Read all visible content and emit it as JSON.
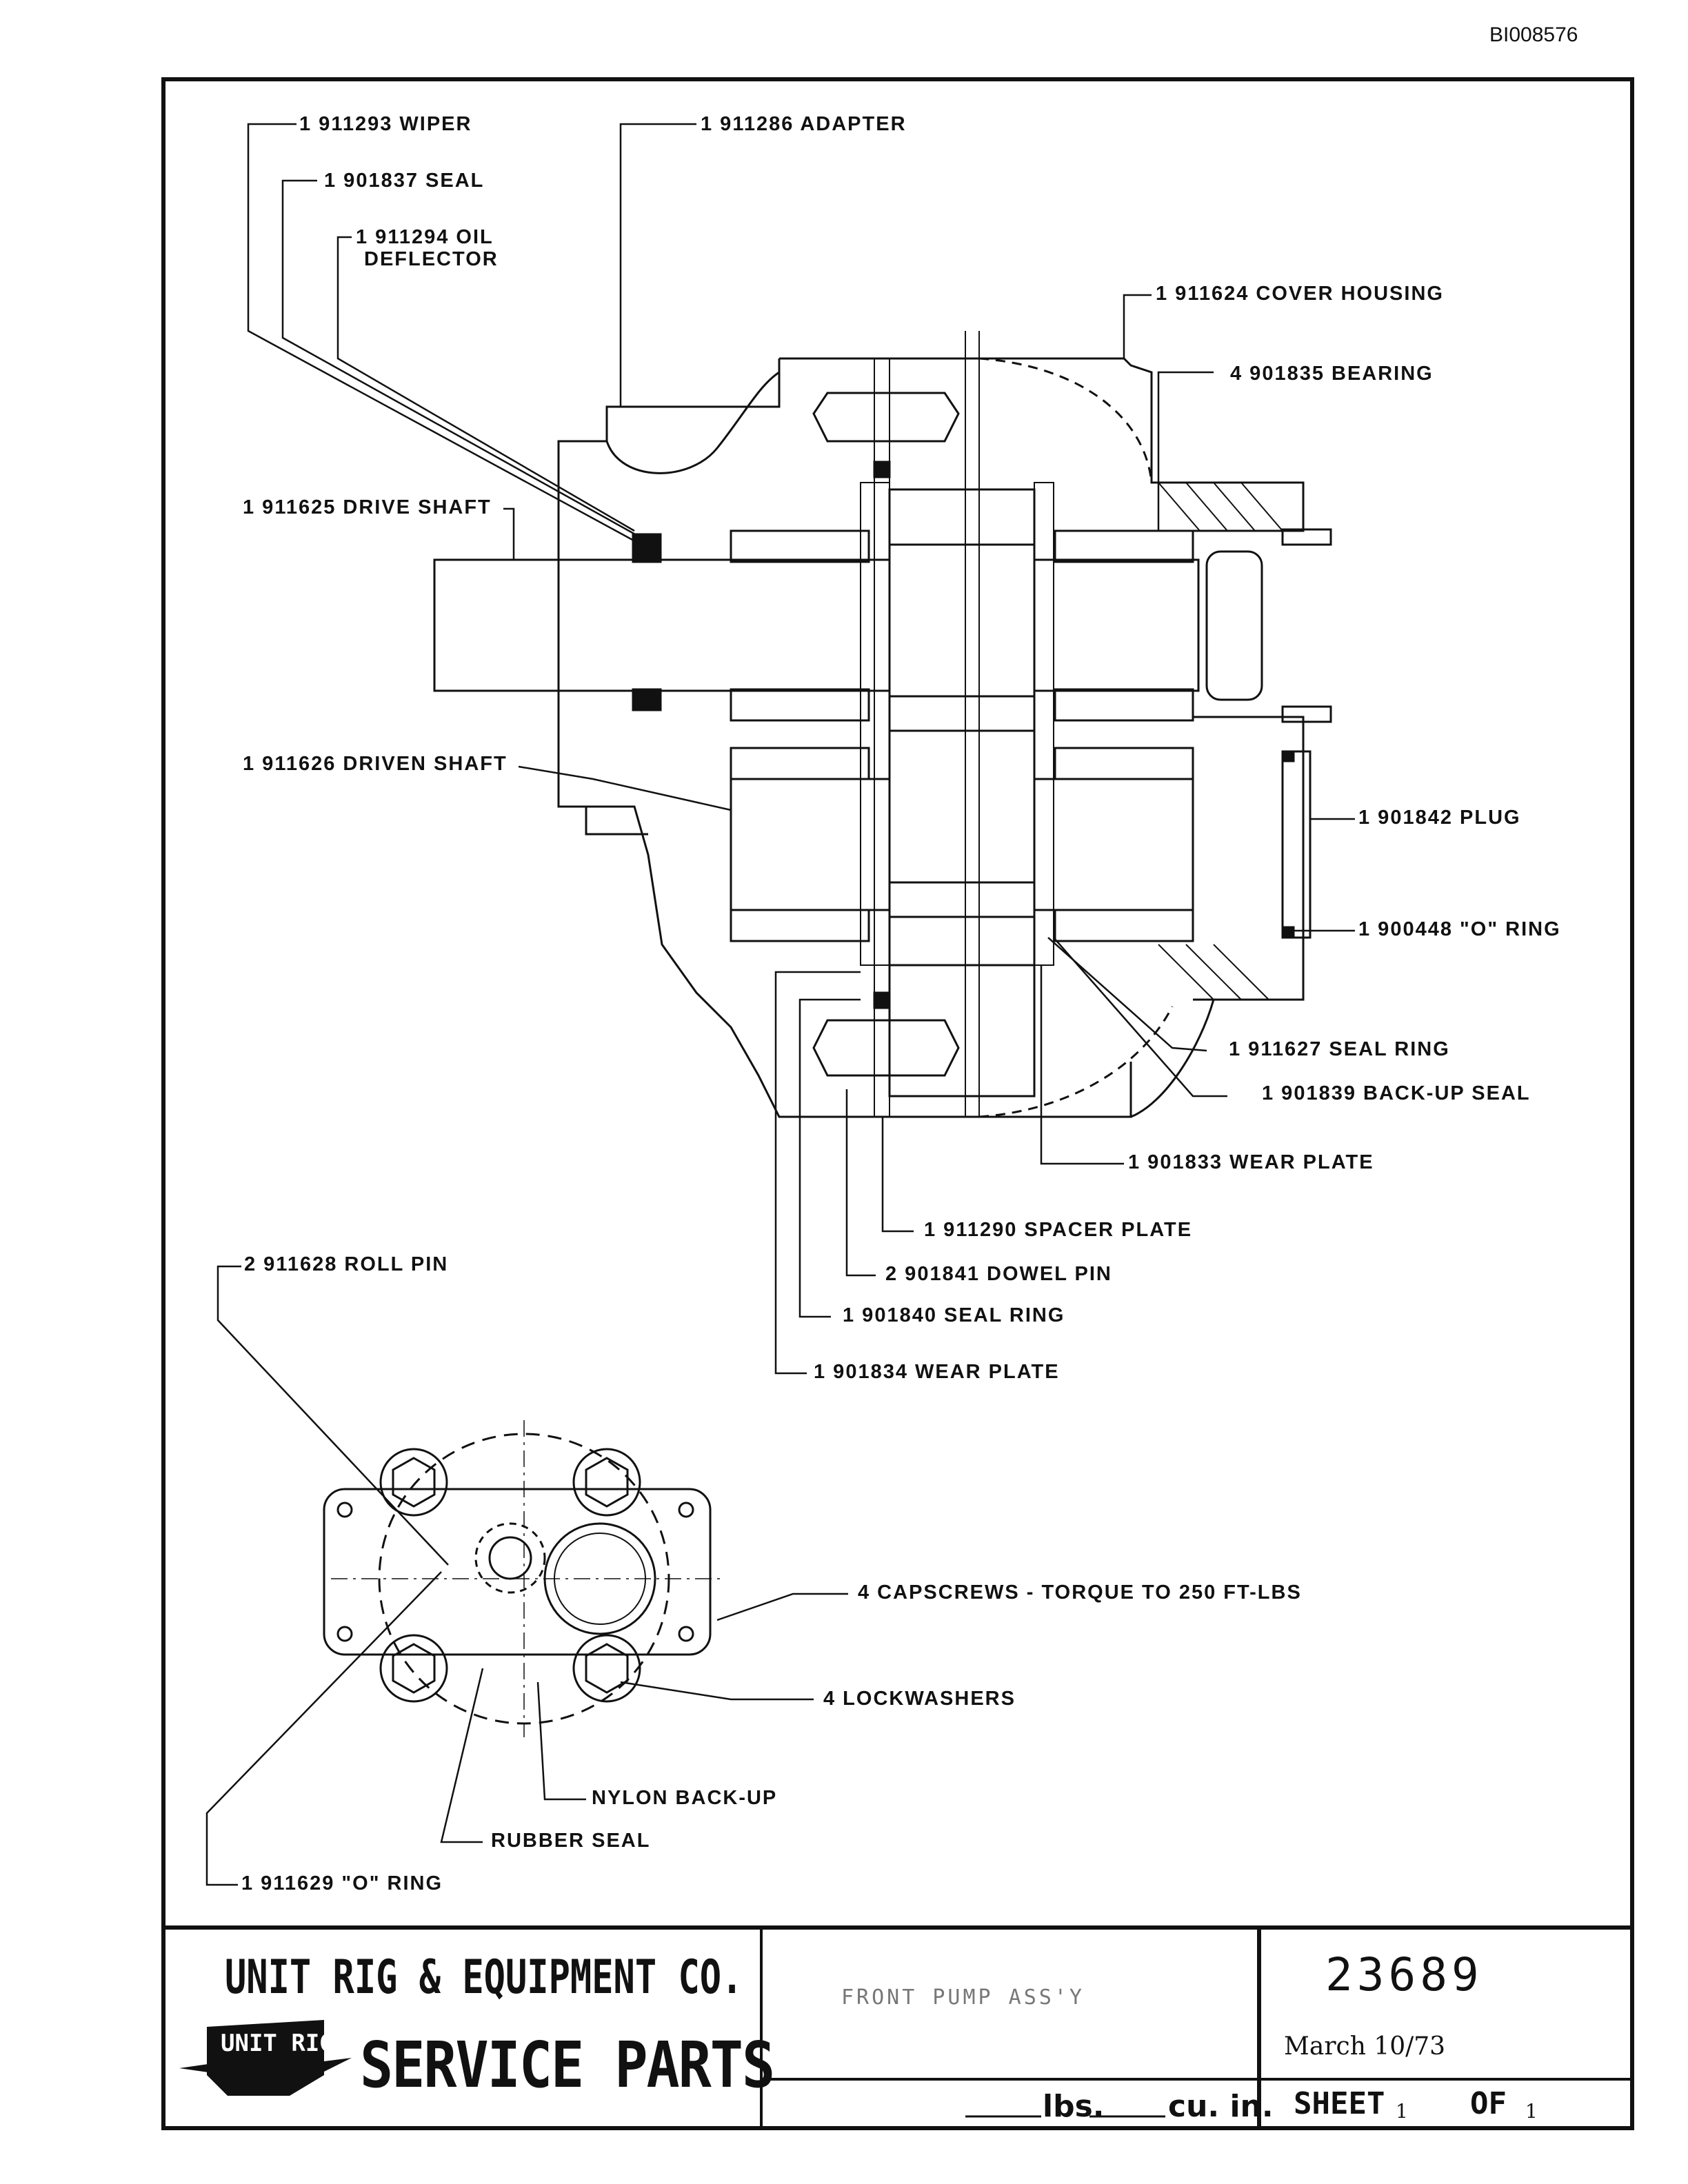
{
  "document_id": "BI008576",
  "parts": {
    "wiper": "1  911293 WIPER",
    "adapter": "1  911286 ADAPTER",
    "seal_901837": "1  901837 SEAL",
    "oil_deflector_1": "1  911294 OIL",
    "oil_deflector_2": "DEFLECTOR",
    "cover_housing": "1  911624 COVER HOUSING",
    "bearing": "4  901835 BEARING",
    "drive_shaft": "1  911625 DRIVE SHAFT",
    "driven_shaft": "1  911626 DRIVEN SHAFT",
    "plug": "1  901842 PLUG",
    "o_ring_900448": "1  900448 \"O\" RING",
    "seal_ring_911627": "1  911627 SEAL RING",
    "backup_seal": "1  901839 BACK-UP SEAL",
    "wear_plate_901833": "1  901833 WEAR PLATE",
    "spacer_plate": "1  911290 SPACER PLATE",
    "dowel_pin": "2  901841 DOWEL PIN",
    "seal_ring_901840": "1  901840 SEAL RING",
    "wear_plate_901834": "1  901834 WEAR PLATE",
    "roll_pin": "2  911628 ROLL PIN",
    "capscrews": "4  CAPSCREWS - TORQUE TO 250 FT-LBS",
    "lockwashers": "4  LOCKWASHERS",
    "nylon_backup": "NYLON BACK-UP",
    "rubber_seal": "RUBBER SEAL",
    "o_ring_911629": "1  911629 \"O\" RING"
  },
  "title_block": {
    "company": "UNIT RIG & EQUIPMENT CO.",
    "logo_text": "UNIT RIG",
    "service_parts": "SERVICE PARTS",
    "title": "FRONT PUMP ASS'Y",
    "drawing_number": "23689",
    "date": "March 10/73",
    "lbs_label": "lbs.",
    "cu_in_label": "cu. in.",
    "sheet_label": "SHEET",
    "sheet_number": "1",
    "of_label": "OF",
    "sheet_total": "1"
  }
}
